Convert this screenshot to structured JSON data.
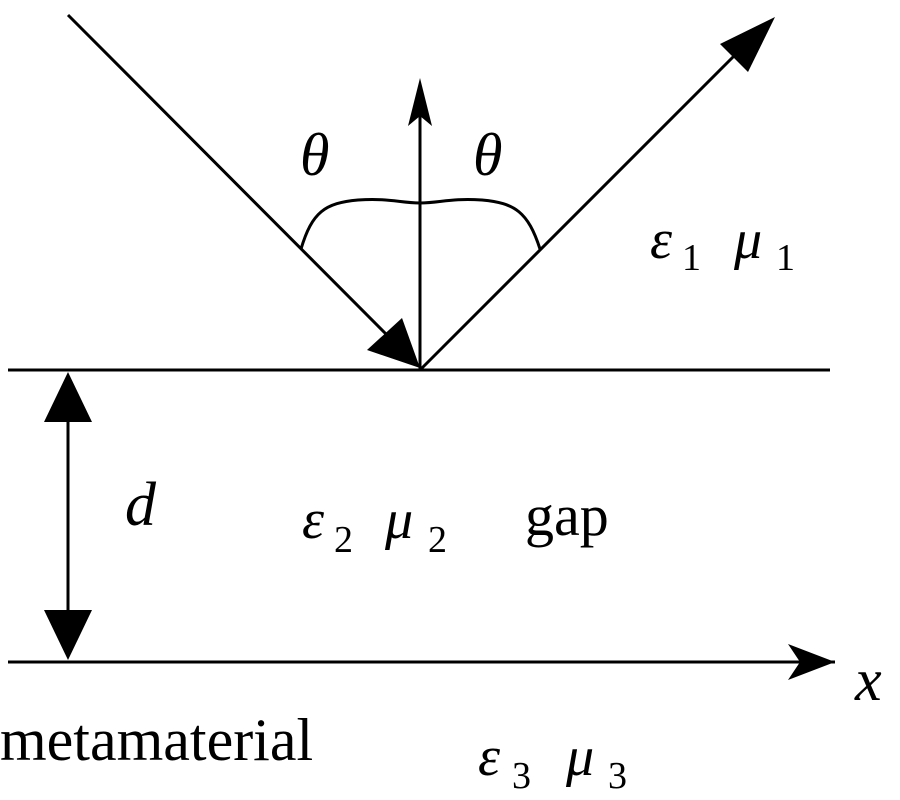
{
  "diagram": {
    "title": "Reflection at a gap layer above a metamaterial",
    "angle_label": "θ",
    "region1": {
      "epsilon": "ε",
      "epsilon_sub": "1",
      "mu": "μ",
      "mu_sub": "1"
    },
    "region2": {
      "epsilon": "ε",
      "epsilon_sub": "2",
      "mu": "μ",
      "mu_sub": "2",
      "name": "gap"
    },
    "region3": {
      "name": "metamaterial",
      "epsilon": "ε",
      "epsilon_sub": "3",
      "mu": "μ",
      "mu_sub": "3"
    },
    "thickness_label": "d",
    "axis_label": "x"
  }
}
